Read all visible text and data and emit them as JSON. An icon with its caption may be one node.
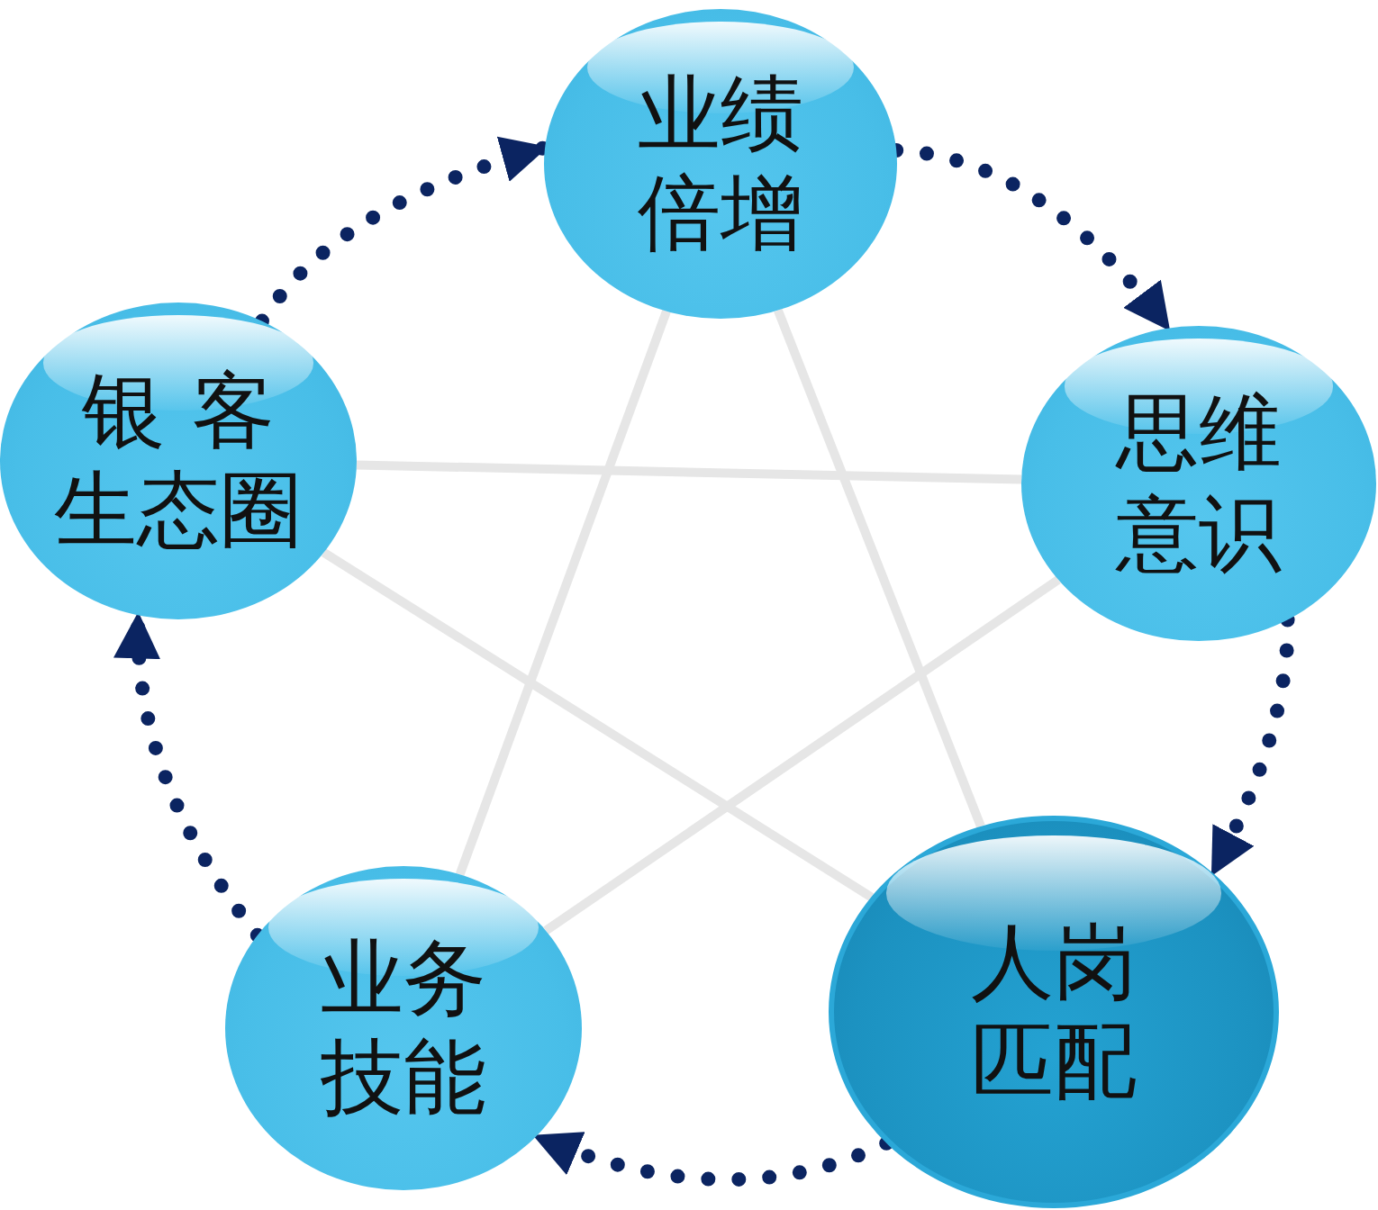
{
  "diagram": {
    "nodes": [
      {
        "text": [
          "业绩倍增"
        ]
      },
      {
        "text": [
          "思维意识"
        ]
      },
      {
        "text": [
          "人岗匹配"
        ]
      },
      {
        "text": [
          "业务技能"
        ]
      },
      {
        "text": [
          "银 客生态圈"
        ]
      }
    ],
    "edges": [
      {
        "from": 0,
        "to": 1,
        "arrow": "to",
        "style": "dashed",
        "color": "#0b2461"
      },
      {
        "from": 1,
        "to": 2,
        "arrow": "to",
        "style": "dashed",
        "color": "#0b2461"
      },
      {
        "from": 2,
        "to": 3,
        "arrow": "to",
        "style": "dashed",
        "color": "#0b2461"
      },
      {
        "from": 3,
        "to": 4,
        "arrow": "to",
        "style": "dashed",
        "color": "#0b2461"
      },
      {
        "from": 4,
        "to": 0,
        "arrow": "to",
        "style": "dashed",
        "color": "#0b2461"
      },
      {
        "from": 0,
        "to": 3,
        "arrow": "none",
        "color": "#e6e6e6"
      },
      {
        "from": 0,
        "to": 2,
        "arrow": "none",
        "color": "#e6e6e6"
      },
      {
        "from": 4,
        "to": 1,
        "arrow": "none",
        "color": "#e6e6e6"
      },
      {
        "from": 4,
        "to": 2,
        "arrow": "none",
        "color": "#e6e6e6"
      },
      {
        "from": 1,
        "to": 3,
        "arrow": "none",
        "color": "#e6e6e6"
      }
    ]
  }
}
